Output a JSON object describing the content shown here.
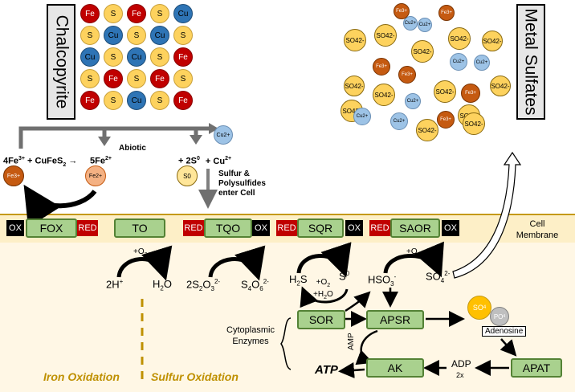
{
  "titles": {
    "chalcopyrite": "Chalcopyrite",
    "metal_sulfates": "Metal Sulfates"
  },
  "lattice": [
    [
      "Fe",
      "S",
      "Fe",
      "S",
      "Cu"
    ],
    [
      "S",
      "Cu",
      "S",
      "Cu",
      "S"
    ],
    [
      "Cu",
      "S",
      "Cu",
      "S",
      "Fe"
    ],
    [
      "S",
      "Fe",
      "S",
      "Fe",
      "S"
    ],
    [
      "Fe",
      "S",
      "Cu",
      "S",
      "Fe"
    ]
  ],
  "sulfate_ions": [
    {
      "label": "Cu2+",
      "kind": "cu2"
    },
    {
      "label": "Fe3+",
      "kind": "fe3"
    },
    {
      "label": "Fe3+",
      "kind": "fe3"
    },
    {
      "label": "SO42-",
      "kind": "so4"
    },
    {
      "label": "SO42-",
      "kind": "so4"
    },
    {
      "label": "Cu2+",
      "kind": "cu2"
    },
    {
      "label": "SO42-",
      "kind": "so4"
    },
    {
      "label": "SO42-",
      "kind": "so4"
    },
    {
      "label": "SO42-",
      "kind": "so4"
    },
    {
      "label": "Fe3+",
      "kind": "fe3"
    },
    {
      "label": "Fe3+",
      "kind": "fe3"
    },
    {
      "label": "SO42-",
      "kind": "so4"
    },
    {
      "label": "Cu2+",
      "kind": "cu2"
    },
    {
      "label": "Cu2+",
      "kind": "cu2"
    },
    {
      "label": "SO42-",
      "kind": "so4"
    },
    {
      "label": "SO42-",
      "kind": "so4"
    },
    {
      "label": "Cu2+",
      "kind": "cu2"
    },
    {
      "label": "SO42-",
      "kind": "so4"
    },
    {
      "label": "Fe3+",
      "kind": "fe3"
    },
    {
      "label": "SO42-",
      "kind": "so4"
    },
    {
      "label": "SO42-",
      "kind": "so4"
    },
    {
      "label": "Cu2+",
      "kind": "cu2"
    },
    {
      "label": "Cu2+",
      "kind": "cu2"
    },
    {
      "label": "SO42-",
      "kind": "so4"
    },
    {
      "label": "Fe3+",
      "kind": "fe3"
    },
    {
      "label": "SO42-",
      "kind": "so4"
    }
  ],
  "abiotic": {
    "label": "Abiotic",
    "reactant_fe": "4Fe",
    "reactant_fe_charge": "3+",
    "plus_cufes": "+ CuFeS",
    "sub2": "2",
    "arrow": "→",
    "product_fe": "5Fe",
    "product_fe_charge": "2+",
    "sulfur_part": "+ 2S",
    "sulfur_sup": "0",
    "copper_part": "+ Cu",
    "copper_sup": "2+",
    "ball_fe3": "Fe3+",
    "ball_fe2": "Fe2+",
    "ball_s0": "S0",
    "ball_cu2": "Cu2+",
    "sulfur_enter": [
      "Sulfur &",
      "Polysulfides",
      "enter Cell"
    ]
  },
  "membrane": {
    "label": [
      "Cell",
      "Membrane"
    ],
    "enzymes": [
      "FOX",
      "TO",
      "TQO",
      "SQR",
      "SAOR"
    ],
    "ox": "OX",
    "red": "RED"
  },
  "reactions": {
    "o2": "+O",
    "o2_sub": "2",
    "h_plus": "2H",
    "h_sup": "+",
    "water": "H",
    "water_sub": "2",
    "water_o": "O",
    "thio": "2S",
    "thio_sub": "2",
    "thio_o": "O",
    "thio_osub": "3",
    "thio_sup": "2-",
    "tetra": "S",
    "tetra_sub": "4",
    "tetra_o": "O",
    "tetra_osub": "6",
    "tetra_sup": "2-",
    "h2s_h": "H",
    "h2s_sub": "2",
    "h2s_s": "S",
    "s0": "S",
    "s0_sup": "0",
    "sqr_o2": "+O",
    "sqr_o2_sub": "2",
    "sqr_h2o": "+H",
    "sqr_h2o_sub": "2",
    "sqr_h2o_o": "O",
    "hso3": "HSO",
    "hso3_sub": "3",
    "hso3_sup": "-",
    "so4": "SO",
    "so4_sub": "4",
    "so4_sup": "2-"
  },
  "cytoplasm": {
    "enzymes": [
      "SOR",
      "APSR",
      "AK",
      "APAT"
    ],
    "label": [
      "Cytoplasmic",
      "Enzymes"
    ],
    "amp": "AMP",
    "atp": "ATP",
    "adp": "ADP",
    "adp_mult": "2x",
    "aps_so4": "SO",
    "aps_so4_sub": "4",
    "aps_po4": "PO",
    "aps_po4_sub": "4",
    "adenosine": "Adenosine"
  },
  "zones": {
    "iron": "Iron Oxidation",
    "sulfur": "Sulfur Oxidation"
  },
  "colors": {
    "membrane_fill": "#fdefc7",
    "membrane_line": "#c59a17",
    "enzyme_fill": "#a9d18e",
    "enzyme_border": "#548235",
    "zone_text": "#bf9000"
  }
}
